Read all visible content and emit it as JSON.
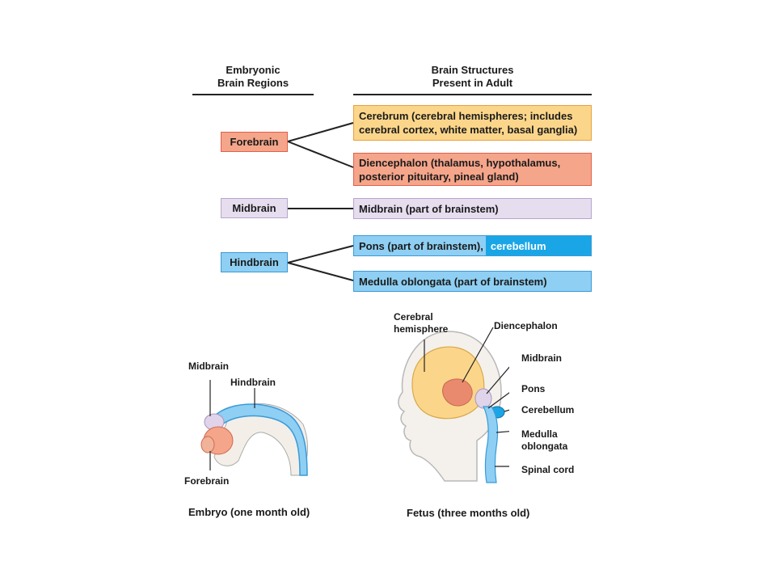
{
  "headers": {
    "embryonic": "Embryonic\nBrain Regions",
    "adult": "Brain Structures\nPresent in Adult"
  },
  "regions": {
    "forebrain": "Forebrain",
    "midbrain": "Midbrain",
    "hindbrain": "Hindbrain"
  },
  "structures": {
    "cerebrum": "Cerebrum (cerebral hemispheres; includes\ncerebral cortex, white matter, basal ganglia)",
    "diencephalon": "Diencephalon (thalamus, hypothalamus,\nposterior pituitary, pineal gland)",
    "midbrain": "Midbrain (part of brainstem)",
    "pons": "Pons (part of brainstem),",
    "cerebellum": "cerebellum",
    "medulla": "Medulla oblongata (part of brainstem)"
  },
  "embryo_labels": {
    "midbrain": "Midbrain",
    "hindbrain": "Hindbrain",
    "forebrain": "Forebrain",
    "caption": "Embryo (one month old)"
  },
  "fetus_labels": {
    "cerebral_hemisphere": "Cerebral\nhemisphere",
    "diencephalon": "Diencephalon",
    "midbrain": "Midbrain",
    "pons": "Pons",
    "cerebellum": "Cerebellum",
    "medulla": "Medulla\noblongata",
    "spinal_cord": "Spinal cord",
    "caption": "Fetus (three months old)"
  },
  "colors": {
    "forebrain_fill": "#f5a58a",
    "forebrain_border": "#e0604a",
    "cerebrum_fill": "#fbd68a",
    "cerebrum_border": "#e8a040",
    "midbrain_fill": "#e6ddef",
    "midbrain_border": "#b7a6cc",
    "hindbrain_fill": "#8ecff3",
    "hindbrain_border": "#3a9ad8",
    "cerebellum_fill": "#1aa6e6"
  }
}
